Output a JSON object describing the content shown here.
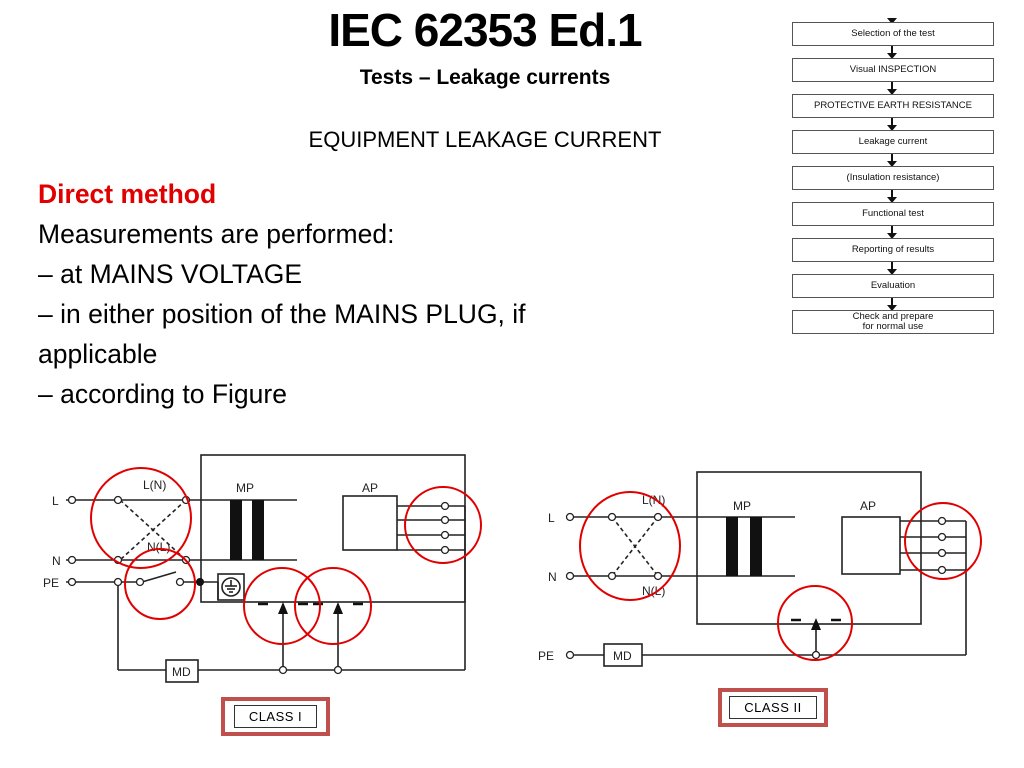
{
  "header": {
    "title": "IEC 62353 Ed.1",
    "subtitle": "Tests – Leakage currents",
    "section": "EQUIPMENT LEAKAGE CURRENT"
  },
  "body": {
    "method": "Direct method",
    "lines": [
      "Measurements are performed:",
      "– at MAINS VOLTAGE",
      "– in either position of the MAINS PLUG, if",
      "applicable",
      "– according to Figure"
    ]
  },
  "flowchart": {
    "steps": [
      "Selection of the test",
      "Visual INSPECTION",
      "PROTECTIVE EARTH RESISTANCE",
      "Leakage current",
      "(Insulation resistance)",
      "Functional test",
      "Reporting of results",
      "Evaluation",
      "Check and prepare\nfor normal use"
    ]
  },
  "diagrams": {
    "class1": {
      "labels": {
        "l": "L",
        "n": "N",
        "pe": "PE",
        "ln": "L(N)",
        "nl": "N(L)",
        "mp": "MP",
        "ap": "AP",
        "md": "MD"
      },
      "class_label": "CLASS I"
    },
    "class2": {
      "labels": {
        "l": "L",
        "n": "N",
        "pe": "PE",
        "ln": "L(N)",
        "nl": "N(L)",
        "mp": "MP",
        "ap": "AP",
        "md": "MD"
      },
      "class_label": "CLASS II"
    }
  },
  "colors": {
    "method_text": "#e00000",
    "highlight_circle": "#e00000",
    "class_box_border": "#c0504d"
  }
}
